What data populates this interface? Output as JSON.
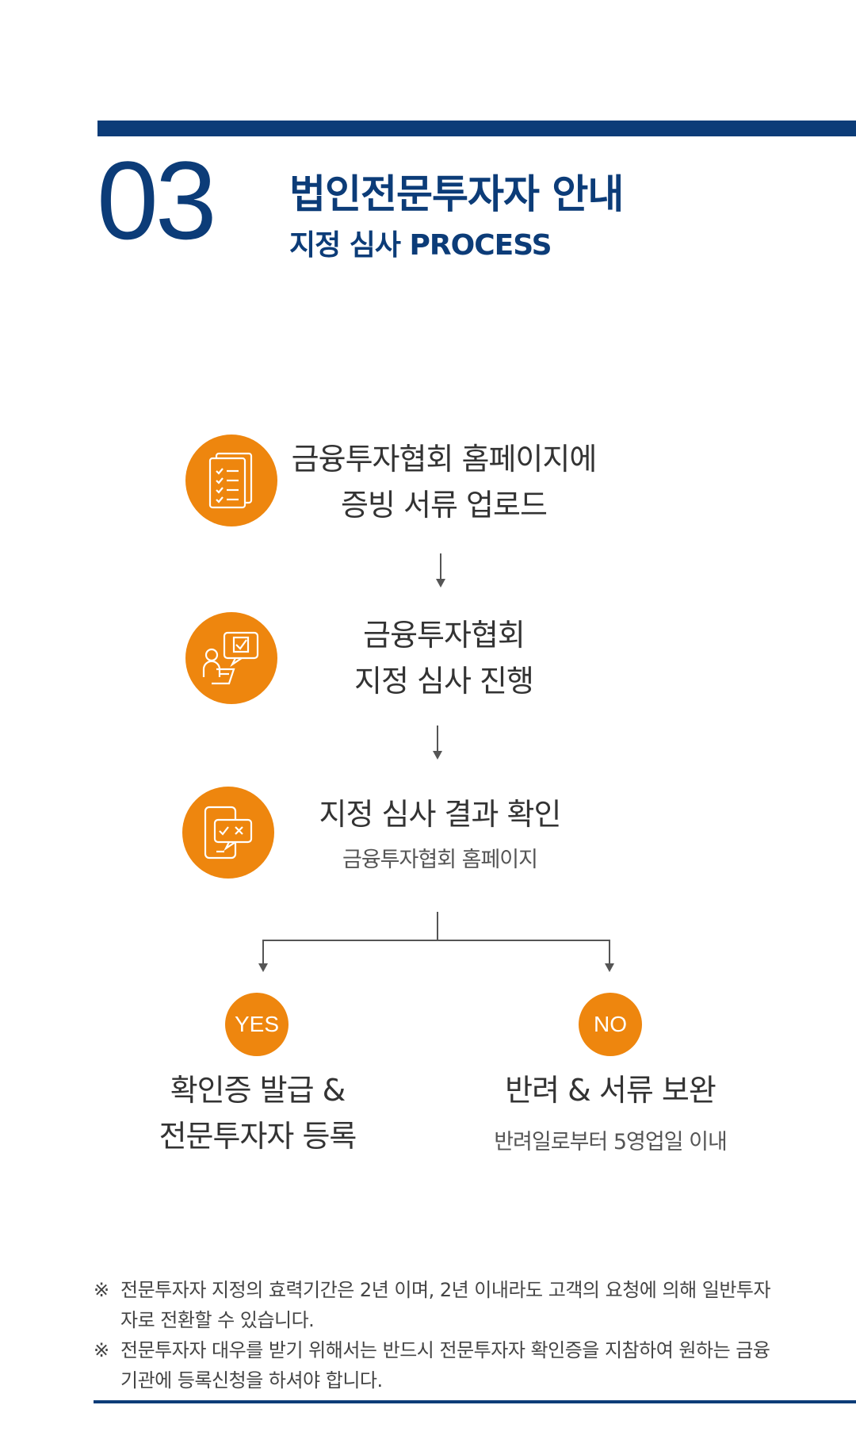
{
  "header": {
    "section_number": "03",
    "title": "법인전문투자자 안내",
    "subtitle": "지정 심사 PROCESS"
  },
  "steps": [
    {
      "line1": "금융투자협회 홈페이지에",
      "line2": "증빙 서류 업로드",
      "icon": "document-checklist-icon"
    },
    {
      "line1": "금융투자협회",
      "line2": "지정 심사 진행",
      "icon": "person-review-icon"
    },
    {
      "line1": "지정 심사 결과 확인",
      "sub": "금융투자협회 홈페이지",
      "icon": "mobile-result-icon"
    }
  ],
  "outcomes": {
    "yes": {
      "badge": "YES",
      "line1": "확인증 발급 &",
      "line2": "전문투자자 등록"
    },
    "no": {
      "badge": "NO",
      "line1": "반려 & 서류 보완",
      "sub": "반려일로부터 5영업일 이내"
    }
  },
  "notes": {
    "mark": "※",
    "items": [
      "전문투자자 지정의 효력기간은 2년 이며, 2년 이내라도 고객의 요청에 의해 일반투자자로 전환할 수 있습니다.",
      "전문투자자 대우를 받기 위해서는 반드시 전문투자자 확인증을 지참하여 원하는 금융기관에 등록신청을 하셔야 합니다."
    ]
  },
  "colors": {
    "navy": "#0c3c78",
    "orange": "#ee860e"
  }
}
